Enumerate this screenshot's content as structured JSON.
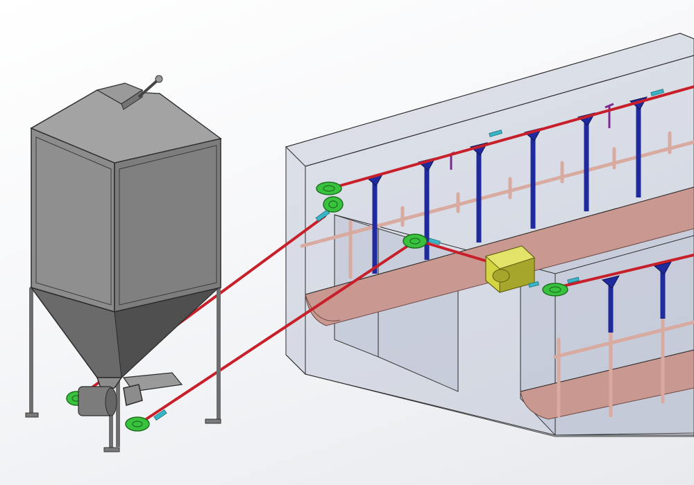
{
  "scene": {
    "colors": {
      "silo_body": "#8c8c8c",
      "silo_dark": "#5f5f5f",
      "silo_light": "#a9a9a9",
      "outline": "#2b2b2b",
      "feed_pipe": "#c8202a",
      "pipe_joint": "#38b6c8",
      "drop_tube": "#1f2a9c",
      "drive_wheel": "#39c23d",
      "motor_unit": "#d4d442",
      "water_pipe": "#d8aaa0",
      "trough": "#c99890",
      "house_glass": "#b8bed0",
      "marker": "#7a2c8c"
    },
    "components": [
      "silo",
      "feeder-hopper",
      "feed-line",
      "poultry-house",
      "feeding-trough",
      "water-line",
      "drive-motor"
    ]
  }
}
